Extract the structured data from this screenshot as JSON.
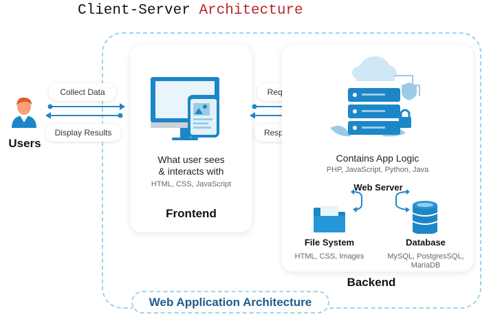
{
  "title": {
    "part1": "Client-Server",
    "part2": "Architecture"
  },
  "users": {
    "label": "Users"
  },
  "client_arrows": {
    "top_label": "Collect Data",
    "bottom_label": "Display Results"
  },
  "frontend": {
    "line1": "What user sees",
    "line2": "& interacts  with",
    "tech": "HTML, CSS, JavaScript",
    "name": "Frontend"
  },
  "server_arrows": {
    "top_label": "Request",
    "bottom_label": "Response"
  },
  "backend": {
    "logic": "Contains App Logic",
    "languages": "PHP, JavaScript, Python, Java",
    "web_server": "Web Server",
    "file_system": "File System",
    "file_system_tech": "HTML, CSS, Images",
    "database": "Database",
    "database_tech_line1": "MySQL, PostgresSQL,",
    "database_tech_line2": "MariaDB",
    "name": "Backend"
  },
  "footer": {
    "label": "Web Application Architecture"
  },
  "colors": {
    "title_accent": "#b8262b",
    "blue": "#1d86c8",
    "light_blue": "#9fd2ee",
    "dark_blue": "#1f5c8c"
  }
}
